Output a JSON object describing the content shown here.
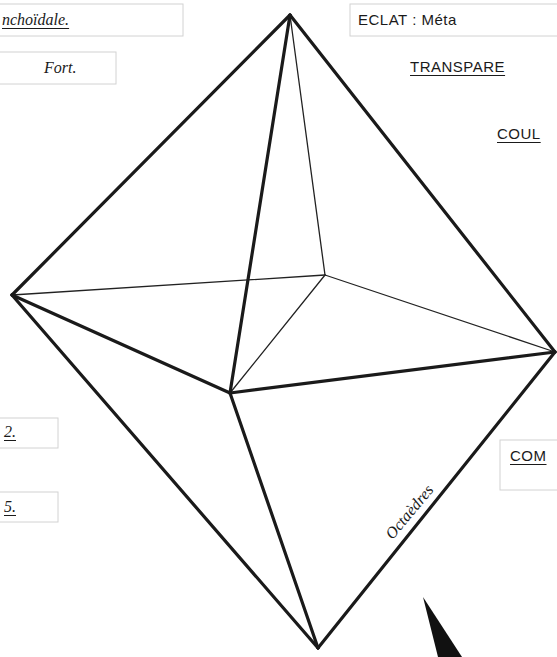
{
  "diagram": {
    "labels": [
      "nchoïdale.",
      "Fort.",
      "ECLAT : Méta",
      "TRANSPARE",
      "COUL",
      "2.",
      "5.",
      "COM",
      "Octaèdres"
    ]
  }
}
